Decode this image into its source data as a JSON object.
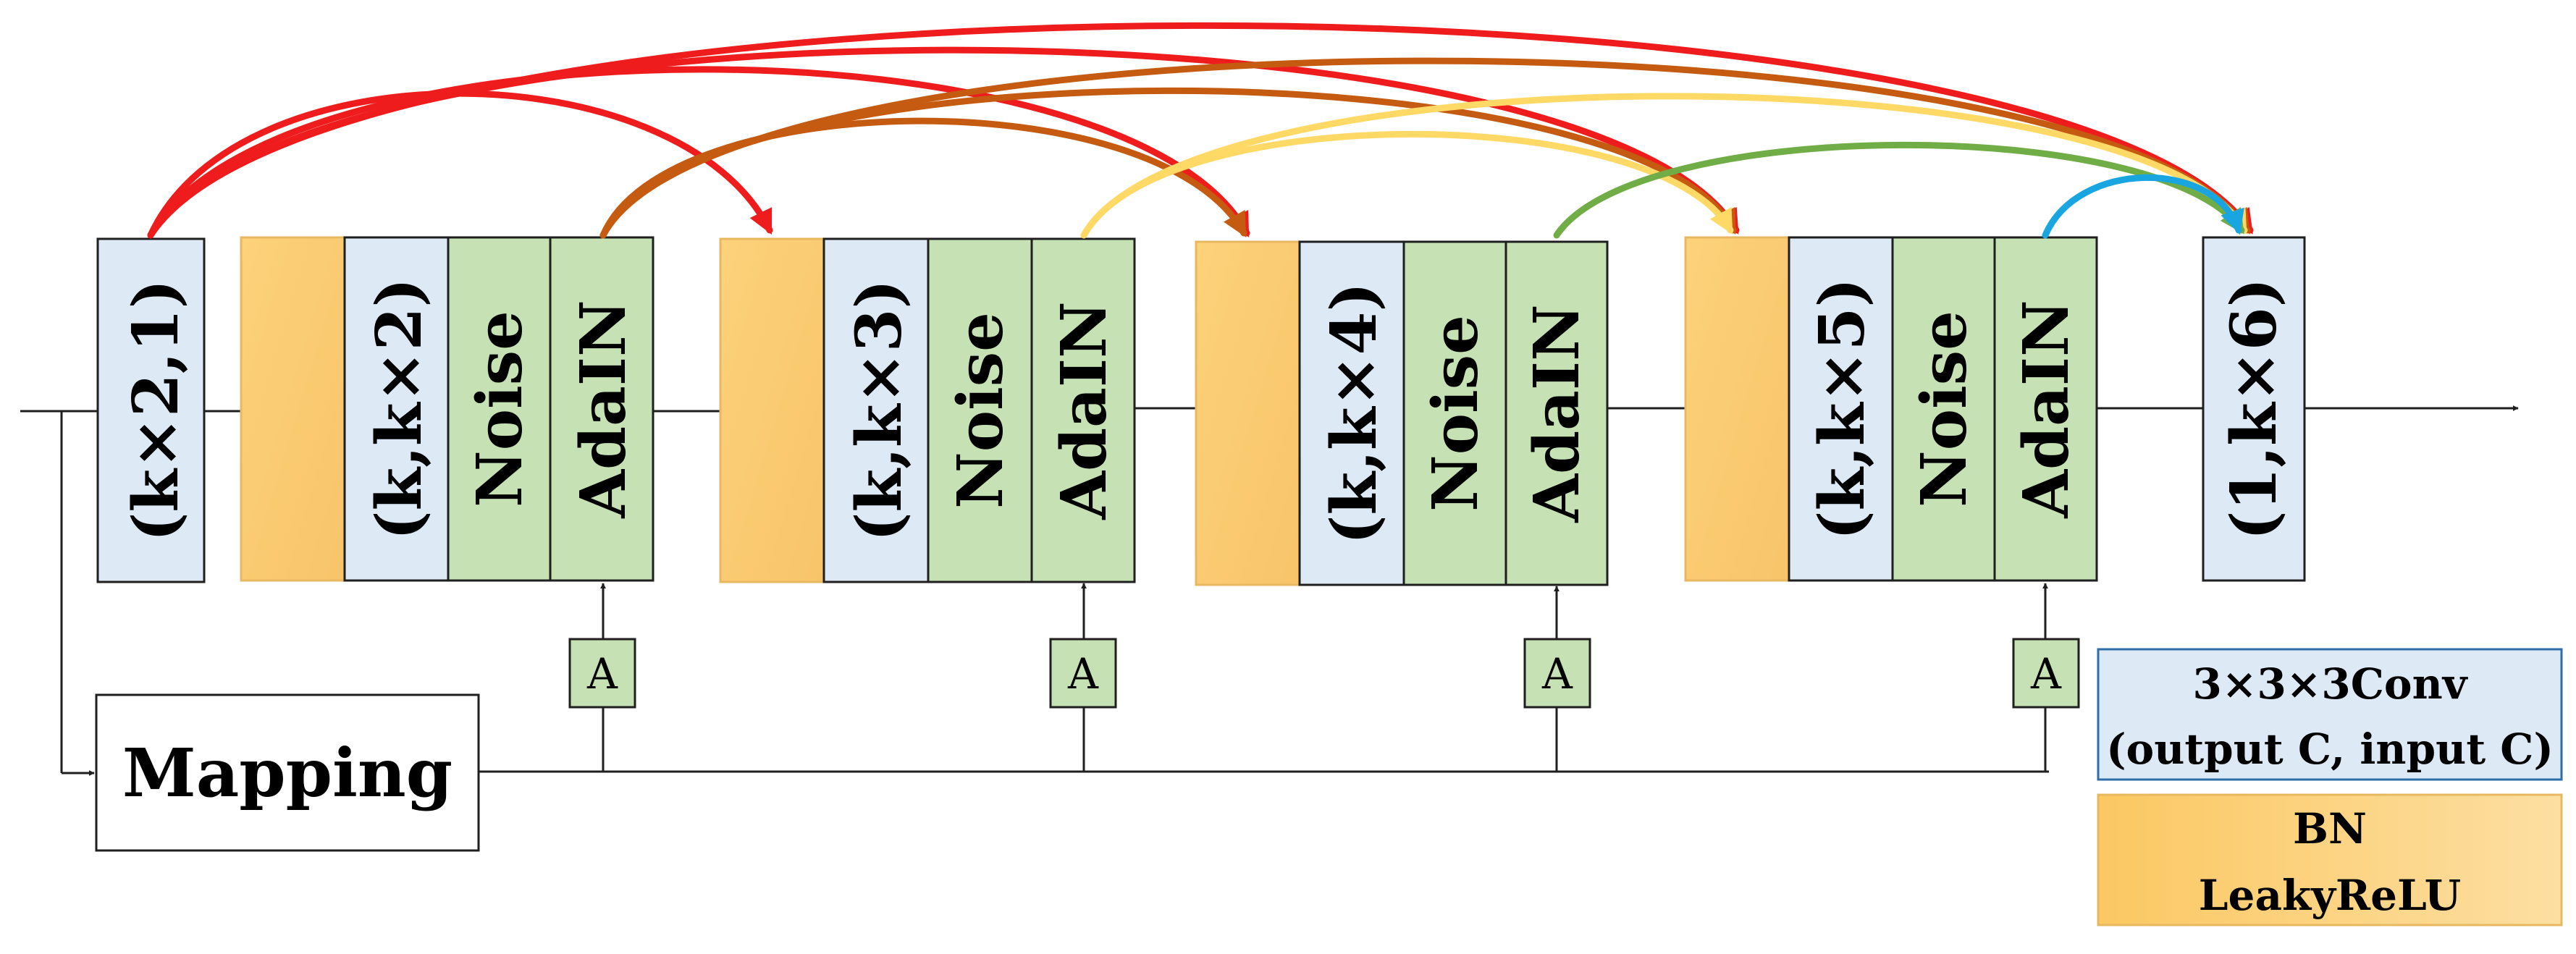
{
  "blocks": {
    "in_conv": "(k×2,1)",
    "stage1": {
      "conv": "(k,k×2)",
      "noise": "Noise",
      "adain": "AdaIN"
    },
    "stage2": {
      "conv": "(k,k×3)",
      "noise": "Noise",
      "adain": "AdaIN"
    },
    "stage3": {
      "conv": "(k,k×4)",
      "noise": "Noise",
      "adain": "AdaIN"
    },
    "stage4": {
      "conv": "(k,k×5)",
      "noise": "Noise",
      "adain": "AdaIN"
    },
    "out_conv": "(1,k×6)"
  },
  "style_inputs": [
    "A",
    "A",
    "A",
    "A"
  ],
  "mapping": "Mapping",
  "legend": {
    "conv_line1": "3×3×3Conv",
    "conv_line2": "(output C, input C)",
    "bn_line1": "BN",
    "bn_line2": "LeakyReLU"
  },
  "colors": {
    "red": "#ee1c1c",
    "brown": "#c55a11",
    "yellow": "#ffd966",
    "green": "#70ad47",
    "cyan": "#19a6e0",
    "conv_fill": "#dde9f5",
    "adain_fill": "#c6e1b3",
    "bn_fill": "#fbd07a"
  }
}
